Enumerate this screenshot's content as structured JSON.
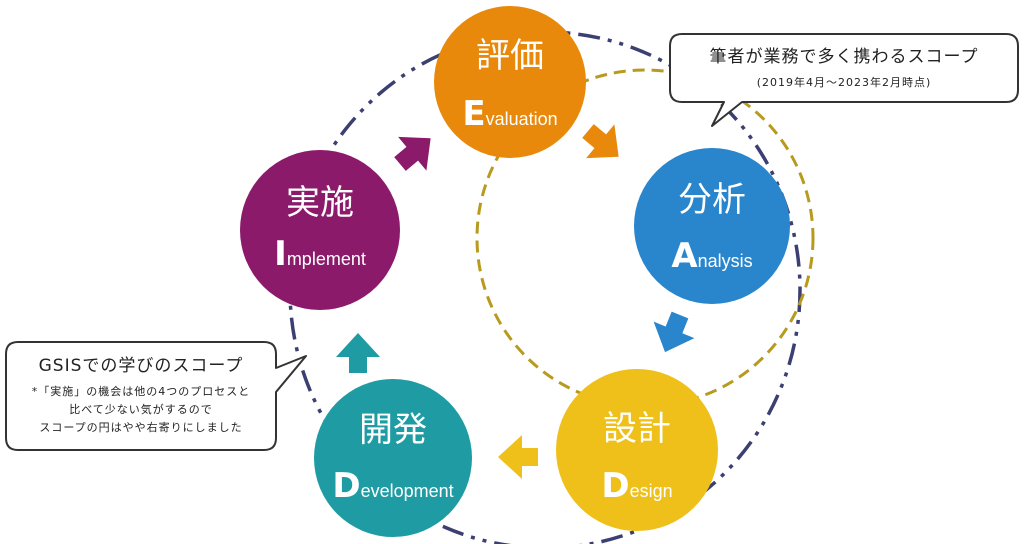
{
  "colors": {
    "evaluation": "#e8890c",
    "analysis": "#2a86cc",
    "design": "#efc019",
    "development": "#1f9ca3",
    "implement": "#8c1a6b",
    "scope_outer": "#3b3f72",
    "scope_inner": "#b89a1e",
    "callout_border": "#333333"
  },
  "nodes": {
    "evaluation": {
      "title": "評価",
      "initial": "E",
      "rest": "valuation"
    },
    "analysis": {
      "title": "分析",
      "initial": "A",
      "rest": "nalysis"
    },
    "design": {
      "title": "設計",
      "initial": "D",
      "rest": "esign"
    },
    "development": {
      "title": "開発",
      "initial": "D",
      "rest": "evelopment"
    },
    "implement": {
      "title": "実施",
      "initial": "I",
      "rest": "mplement"
    }
  },
  "callouts": {
    "work": {
      "title": "筆者が業務で多く携わるスコープ",
      "subtitle": "(2019年4月〜2023年2月時点)"
    },
    "gsis": {
      "title": "GSISでの学びのスコープ",
      "notes": [
        "*「実施」の機会は他の4つのプロセスと",
        "比べて少ない気がするので",
        "スコープの円はやや右寄りにしました"
      ]
    }
  }
}
